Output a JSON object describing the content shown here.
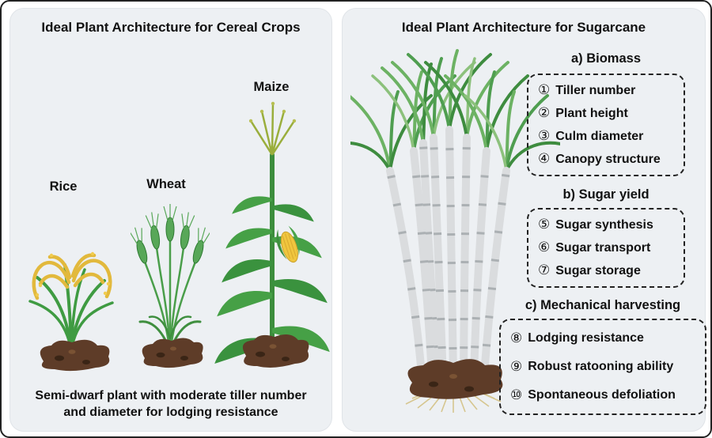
{
  "left_panel": {
    "title": "Ideal Plant Architecture for Cereal Crops",
    "plants": [
      {
        "label": "Rice"
      },
      {
        "label": "Wheat"
      },
      {
        "label": "Maize"
      }
    ],
    "caption": "Semi-dwarf plant with moderate tiller number and diameter for lodging resistance"
  },
  "right_panel": {
    "title": "Ideal Plant Architecture for Sugarcane",
    "sections": [
      {
        "heading": "a) Biomass",
        "items": [
          {
            "num": "①",
            "text": "Tiller number"
          },
          {
            "num": "②",
            "text": "Plant height"
          },
          {
            "num": "③",
            "text": "Culm diameter"
          },
          {
            "num": "④",
            "text": "Canopy structure"
          }
        ]
      },
      {
        "heading": "b) Sugar yield",
        "items": [
          {
            "num": "⑤",
            "text": "Sugar synthesis"
          },
          {
            "num": "⑥",
            "text": "Sugar transport"
          },
          {
            "num": "⑦",
            "text": "Sugar storage"
          }
        ]
      },
      {
        "heading": "c) Mechanical harvesting",
        "items": [
          {
            "num": "⑧",
            "text": "Lodging resistance"
          },
          {
            "num": "⑨",
            "text": "Robust ratooning ability"
          },
          {
            "num": "⑩",
            "text": "Spontaneous defoliation"
          }
        ]
      }
    ]
  },
  "colors": {
    "panel_bg": "#edf0f3",
    "leaf_green": "#46a046",
    "grain_yellow": "#e8c13c",
    "soil_brown": "#5e3c28",
    "cane_stalk": "#dadcde",
    "text": "#111111"
  }
}
